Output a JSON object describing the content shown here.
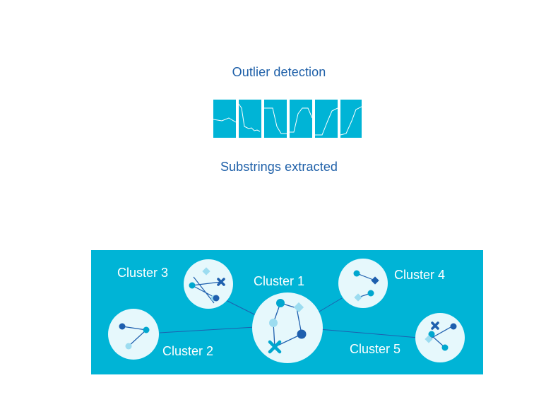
{
  "header": {
    "title": "Outlier detection"
  },
  "substrings": {
    "caption": "Substrings extracted",
    "count": 6
  },
  "clusters": [
    {
      "label": "Cluster 1"
    },
    {
      "label": "Cluster 2"
    },
    {
      "label": "Cluster 3"
    },
    {
      "label": "Cluster 4"
    },
    {
      "label": "Cluster 5"
    }
  ],
  "colors": {
    "heading": "#1d5fa8",
    "panel": "#00b4d6",
    "circle": "#e6f8fc",
    "point_dark": "#1e5fae",
    "point_mid": "#00a7cf",
    "point_light": "#9cdcf0",
    "line": "#1e5fae"
  }
}
